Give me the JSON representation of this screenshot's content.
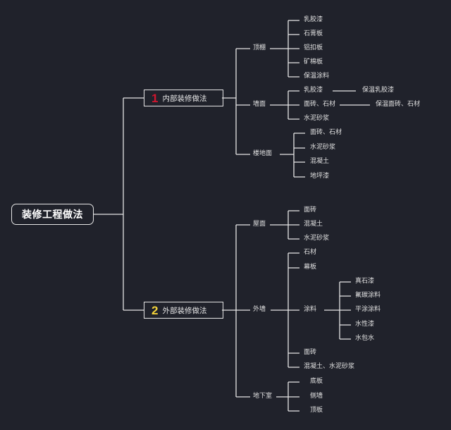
{
  "root": "装修工程做法",
  "branches": [
    {
      "number": "1",
      "label": "内部装修做法",
      "number_color": "#d0152e",
      "groups": [
        {
          "label": "顶棚",
          "items": [
            "乳胶漆",
            "石膏板",
            "铝扣板",
            "矿棉板",
            "保温涂料"
          ]
        },
        {
          "label": "墙面",
          "items": [
            "乳胶漆",
            "面砖、石材",
            "水泥砂浆"
          ],
          "notes": [
            "保温乳胶漆",
            "保温面砖、石材"
          ]
        },
        {
          "label": "楼地面",
          "items": [
            "面砖、石材",
            "水泥砂浆",
            "混凝土",
            "地坪漆"
          ]
        }
      ]
    },
    {
      "number": "2",
      "label": "外部装修做法",
      "number_color": "#f2d23a",
      "groups": [
        {
          "label": "屋面",
          "items": [
            "面砖",
            "混凝土",
            "水泥砂浆"
          ]
        },
        {
          "label": "外墙",
          "items": [
            "石材",
            "幕板",
            "涂料",
            "面砖",
            "混凝土、水泥砂浆"
          ],
          "subitems": [
            "真石漆",
            "氟碳涂料",
            "平涂涂料",
            "水性漆",
            "水包水"
          ]
        },
        {
          "label": "地下室",
          "items": [
            "底板",
            "侧墙",
            "顶板"
          ]
        }
      ]
    }
  ],
  "colors": {
    "background": "#20222b",
    "lines": "#e6e6e6",
    "text": "#e0e0e0"
  }
}
